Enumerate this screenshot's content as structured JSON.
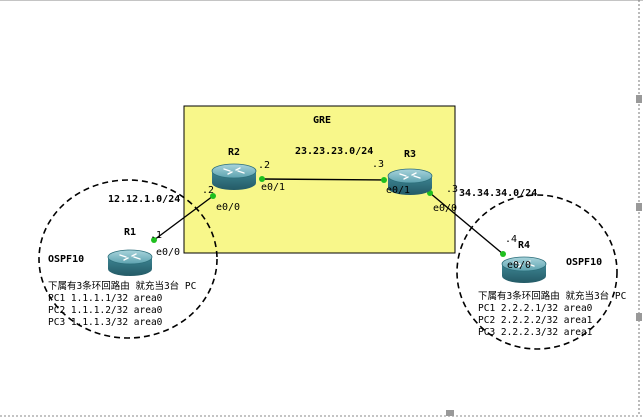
{
  "diagram": {
    "gre_box": {
      "title": "GRE",
      "fill": "#f8f78a"
    },
    "routers": {
      "r1": {
        "name": "R1",
        "port": "e0/0",
        "ip": ".1"
      },
      "r2": {
        "name": "R2",
        "port_left": "e0/0",
        "ip_left": ".2",
        "port_right": "e0/1",
        "ip_right": ".2"
      },
      "r3": {
        "name": "R3",
        "port_left": "e0/1",
        "ip_left": ".3",
        "port_right": "e0/0",
        "ip_right": ".3"
      },
      "r4": {
        "name": "R4",
        "port": "e0/0",
        "ip": ".4"
      }
    },
    "networks": {
      "r1_r2": "12.12.1.0/24",
      "r2_r3": "23.23.23.0/24",
      "r3_r4": "34.34.34.0/24"
    },
    "left_area": {
      "label": "OSPF10",
      "note": "下属有3条环回路由 就充当3台 PC",
      "pcs": [
        "PC1 1.1.1.1/32 area0",
        "PC2 1.1.1.2/32 area0",
        "PC3 1.1.1.3/32 area0"
      ]
    },
    "right_area": {
      "label": "OSPF10",
      "note": "下属有3条环回路由 就充当3台 PC",
      "pcs": [
        "PC1 2.2.2.1/32 area0",
        "PC2 2.2.2.2/32 area1",
        "PC3 2.2.2.3/32 area1"
      ]
    },
    "colors": {
      "router": "#3f8a98",
      "link": "#000000",
      "port_dot": "#1fbf1f",
      "area_border": "#000000"
    }
  }
}
